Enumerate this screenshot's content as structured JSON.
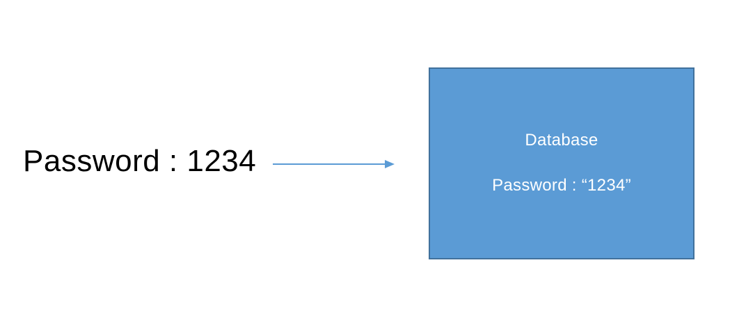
{
  "diagram": {
    "source_label": "Password : 1234",
    "arrow": {
      "direction": "right",
      "style": "thin-line-filled-head"
    },
    "database_box": {
      "title": "Database",
      "content": "Password : “1234”"
    },
    "colors": {
      "source_text": "#000000",
      "arrow": "#5B9BD5",
      "box_fill": "#5B9BD5",
      "box_border": "#41719C",
      "box_text": "#FFFFFF",
      "background": "#FFFFFF"
    }
  }
}
